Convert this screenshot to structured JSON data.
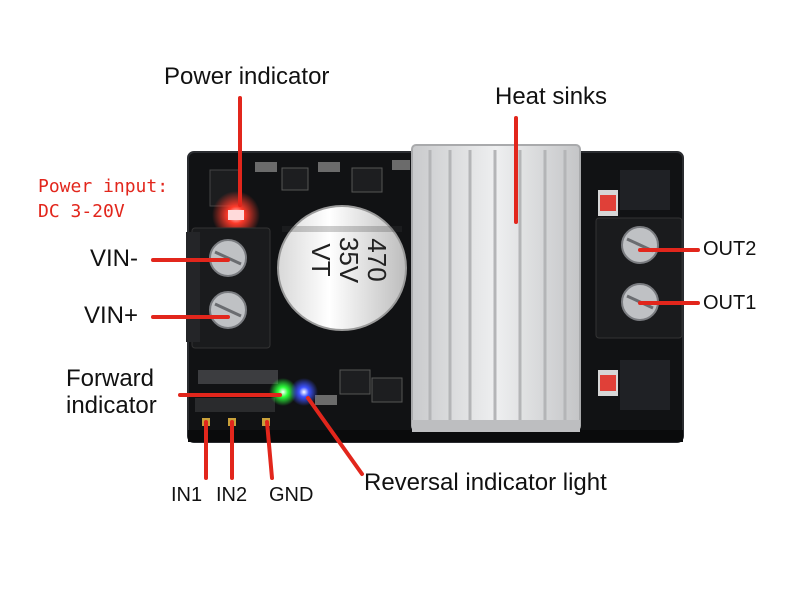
{
  "labels": {
    "power_indicator": "Power indicator",
    "heat_sinks": "Heat sinks",
    "power_input_line1": "Power input:",
    "power_input_line2": "DC 3-20V",
    "vin_minus": "VIN-",
    "vin_plus": "VIN+",
    "out2": "OUT2",
    "out1": "OUT1",
    "forward_indicator_line1": "Forward",
    "forward_indicator_line2": "indicator",
    "reversal_indicator": "Reversal indicator light",
    "in1": "IN1",
    "in2": "IN2",
    "gnd": "GND"
  },
  "board": {
    "capacitor_line1": "470",
    "capacitor_line2": "35V",
    "capacitor_line3": "VT"
  },
  "colors": {
    "callout": "#e2261c",
    "board": "#111214",
    "heatsink": "#d9dadc",
    "led_red": "#ff2a1a",
    "led_green": "#2bff3a",
    "led_blue": "#2a46ff"
  }
}
